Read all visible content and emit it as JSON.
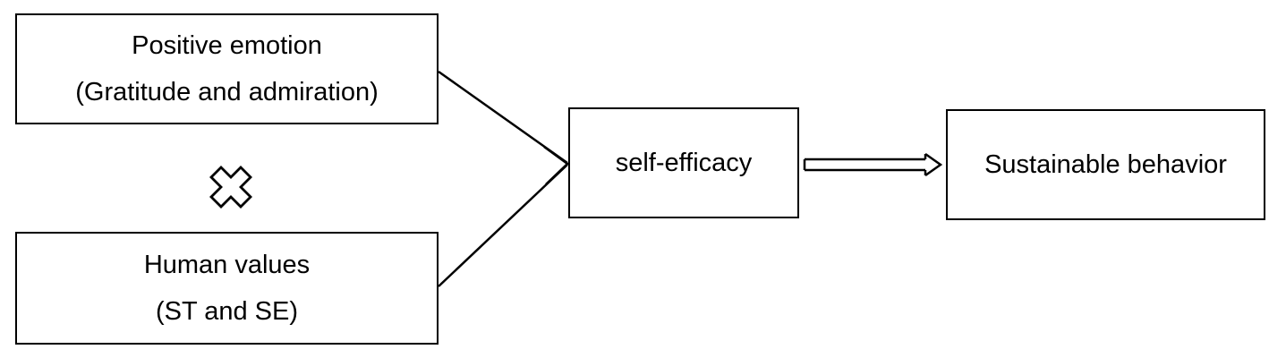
{
  "nodes": {
    "positive_emotion": {
      "line1": "Positive emotion",
      "line2": "(Gratitude and admiration)"
    },
    "human_values": {
      "line1": "Human values",
      "line2": "(ST and SE)"
    },
    "self_efficacy": {
      "label": "self-efficacy"
    },
    "sustainable_behavior": {
      "label": "Sustainable behavior"
    }
  },
  "interaction_symbol": "cross-icon",
  "edges": [
    {
      "from": "positive_emotion",
      "to": "self_efficacy",
      "style": "line-arrow"
    },
    {
      "from": "human_values",
      "to": "self_efficacy",
      "style": "line-arrow"
    },
    {
      "from": "self_efficacy",
      "to": "sustainable_behavior",
      "style": "hollow-double-arrow"
    }
  ]
}
